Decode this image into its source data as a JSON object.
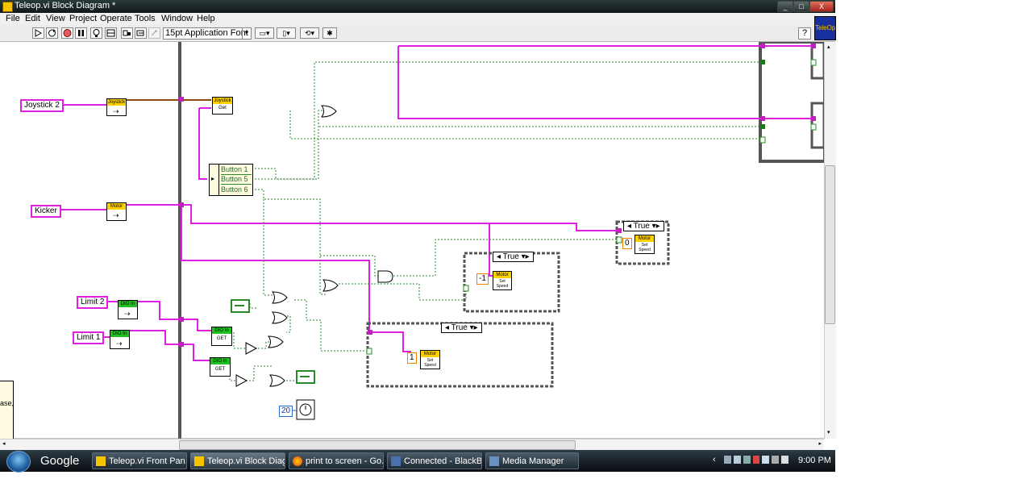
{
  "window": {
    "title": "Teleop.vi Block Diagram *",
    "minimize": "_",
    "maximize": "□",
    "close": "X"
  },
  "menubar": {
    "items": [
      "File",
      "Edit",
      "View",
      "Project",
      "Operate",
      "Tools",
      "Window",
      "Help"
    ]
  },
  "toolbar": {
    "font_select": "15pt Application Font",
    "help_label": "?",
    "vi_icon_label": "TeleOp"
  },
  "diagram": {
    "controls": {
      "joystick2": "Joystick 2",
      "kicker": "Kicker",
      "limit2": "Limit 2",
      "limit1": "Limit 1"
    },
    "vis": {
      "joystick_refnum": "Joystick",
      "joystick_get_head": "Joystick",
      "joystick_get_body": "Get",
      "motor_refnum": "Motor",
      "dio_limit2": "DIO In",
      "dio_limit1": "DIO In",
      "dio_get_1_head": "DIO In",
      "dio_get_1_body": "GET",
      "dio_get_2_head": "DIO In",
      "dio_get_2_body": "GET",
      "motor_set_a_head": "Motor",
      "motor_set_a_body": "Set Speed",
      "motor_set_b_head": "Motor",
      "motor_set_b_body": "Set Speed",
      "motor_set_c_head": "Motor",
      "motor_set_c_body": "Set Speed"
    },
    "unbundle": {
      "items": [
        "Button 1",
        "Button 5",
        "Button 6"
      ]
    },
    "case_structures": {
      "case_a": "True",
      "case_b": "True",
      "case_c": "True"
    },
    "constants": {
      "neg_one": "-1",
      "one": "1",
      "zero": "0",
      "wait_ms": "20"
    },
    "left_edge_text": "ase,"
  },
  "taskbar": {
    "search_label": "Google",
    "tasks": [
      "Teleop.vi Front Pan...",
      "Teleop.vi Block Diag...",
      "print to screen - Go...",
      "Connected - BlackB...",
      "Media Manager"
    ],
    "clock": "9:00 PM"
  },
  "colors": {
    "refnum_wire": "#e020e0",
    "boolean_wire": "#2a8a2a",
    "cluster_wire": "#8a4a10",
    "numeric_orange": "#f08000",
    "vi_header_yellow": "#ffd000",
    "dio_header_green": "#20c020",
    "teleop_icon_blue": "#1a2f9e"
  }
}
